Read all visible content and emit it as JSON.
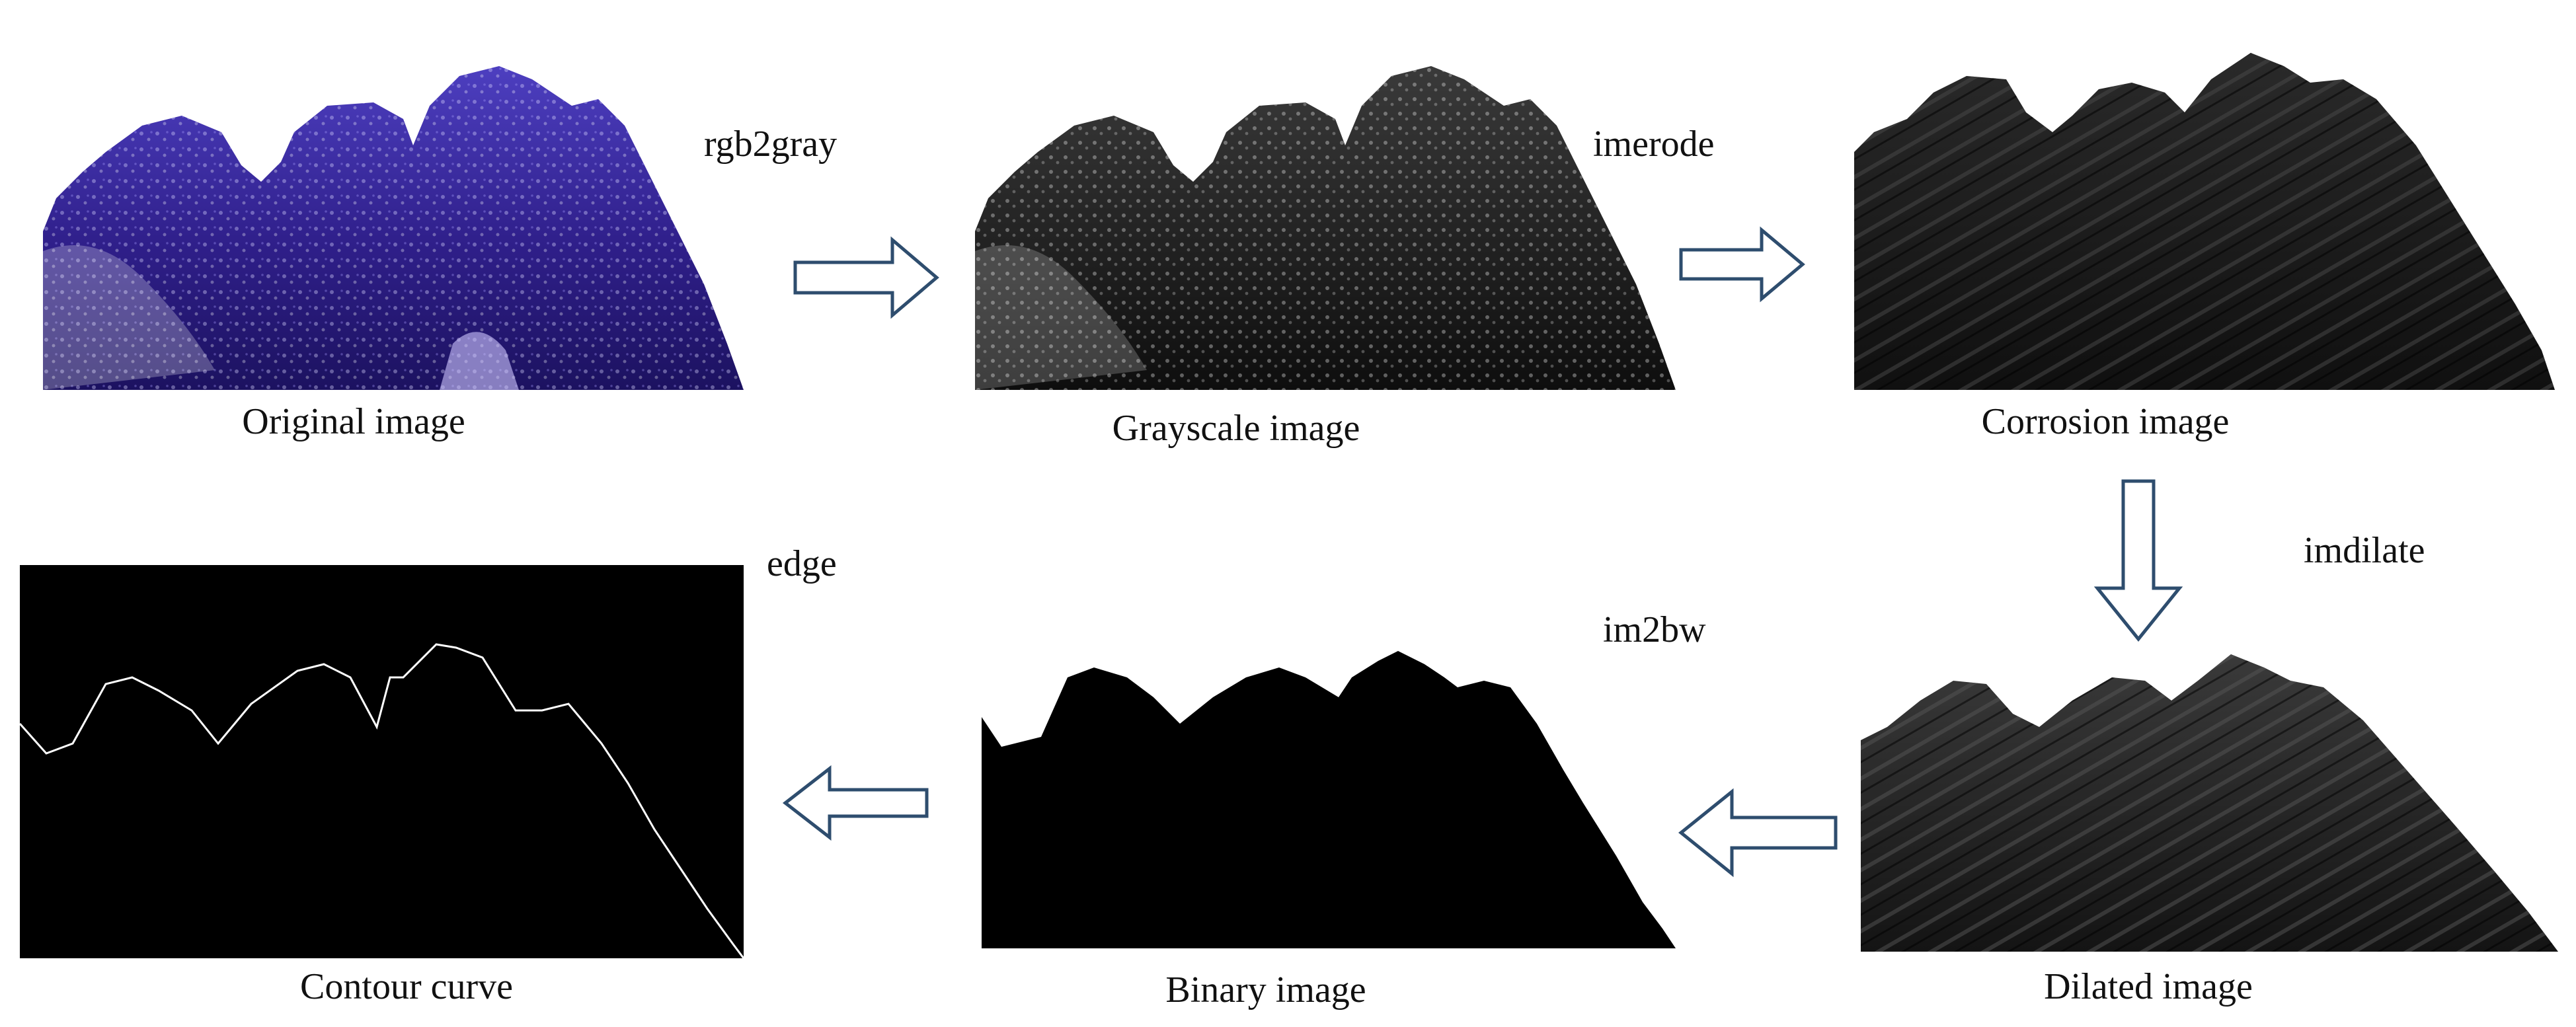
{
  "figure": {
    "panels": [
      {
        "id": "original",
        "caption": "Original image"
      },
      {
        "id": "grayscale",
        "caption": "Grayscale image"
      },
      {
        "id": "corrosion",
        "caption": "Corrosion image"
      },
      {
        "id": "dilated",
        "caption": "Dilated image"
      },
      {
        "id": "binary",
        "caption": "Binary image"
      },
      {
        "id": "contour",
        "caption": "Contour curve"
      }
    ],
    "operations": {
      "rgb2gray": "rgb2gray",
      "imerode": "imerode",
      "imdilate": "imdilate",
      "im2bw": "im2bw",
      "edge": "edge"
    },
    "colors": {
      "arrow_stroke": "#2e4d6e",
      "original_tint": "#3a2a9a",
      "binary_fill": "#000000",
      "contour_line": "#ffffff"
    }
  }
}
